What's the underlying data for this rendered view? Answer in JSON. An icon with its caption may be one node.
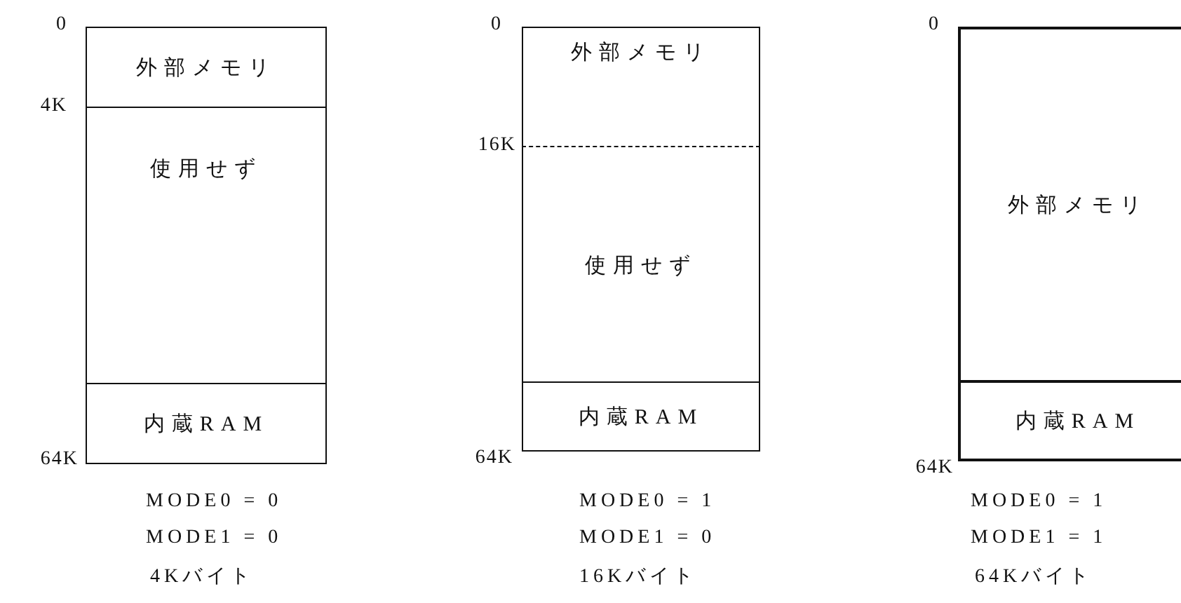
{
  "diagram": {
    "nodes": [
      {
        "text": [
          "外部メモリ"
        ]
      },
      {
        "text": [
          "使用せず"
        ]
      },
      {
        "text": [
          "内蔵RAM"
        ]
      },
      {
        "text": [
          "外部メモリ"
        ]
      },
      {
        "text": [
          "使用せず"
        ]
      },
      {
        "text": [
          "内蔵RAM"
        ]
      },
      {
        "text": [
          "外部メモリ"
        ]
      },
      {
        "text": [
          "内蔵RAM"
        ]
      }
    ],
    "labels": [
      "0",
      "4K",
      "64K",
      "MODE0 = 0",
      "MODE1 = 0",
      "4Kバイト",
      "0",
      "16K",
      "64K",
      "MODE0 = 1",
      "MODE1 = 0",
      "16Kバイト",
      "0",
      "64K",
      "MODE0 = 1",
      "MODE1 = 1",
      "64Kバイト"
    ]
  }
}
